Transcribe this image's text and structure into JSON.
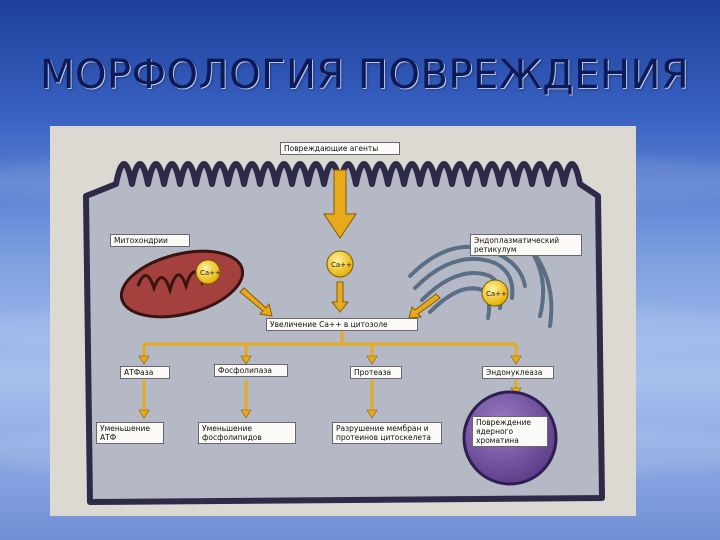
{
  "slide": {
    "title": "МОРФОЛОГИЯ ПОВРЕЖДЕНИЯ"
  },
  "diagram": {
    "labels": {
      "damaging_agents": "Повреждающие агенты",
      "mitochondria": "Митохондрии",
      "er": "Эндоплазматический ретикулум",
      "increase": "Увеличение Ca++ в цитозоле",
      "atpase": "АТФаза",
      "phospholipase": "Фосфолипаза",
      "protease": "Протеаза",
      "endonuclease": "Эндонуклеаза",
      "atp_decrease": "Уменьшение АТФ",
      "phospholipid_decrease": "Уменьшение фосфолипидов",
      "membrane_destruction": "Разрушение мембран и протеинов цитоскелета",
      "chromatin_damage": "Повреждение ядерного хроматина"
    },
    "ions": {
      "cytosol": "Ca++",
      "mito": "Ca++",
      "er": "Ca++"
    },
    "colors": {
      "cell_fill": "#b5b9c6",
      "membrane": "#2e2a48",
      "arrow": "#e8a91c",
      "ion": "#f2c200",
      "mito": "#a4413e",
      "er": "#7a8fa6",
      "nucleus": "#7d58a8"
    }
  }
}
